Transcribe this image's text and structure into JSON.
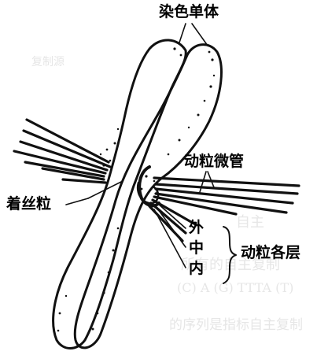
{
  "labels": {
    "chromatid": "染色单体",
    "kinetochore_mt": "动粒微管",
    "centromere": "着丝粒",
    "outer": "外",
    "middle": "中",
    "inner": "内",
    "kinetochore_layers": "动粒各层"
  },
  "bleed_text": {
    "l1": "自主",
    "l2": "所有的自主复制",
    "l3": "(C) A (G) TTTA (T)",
    "l4": "的序列是指标自主复制",
    "l5": "复制源"
  }
}
